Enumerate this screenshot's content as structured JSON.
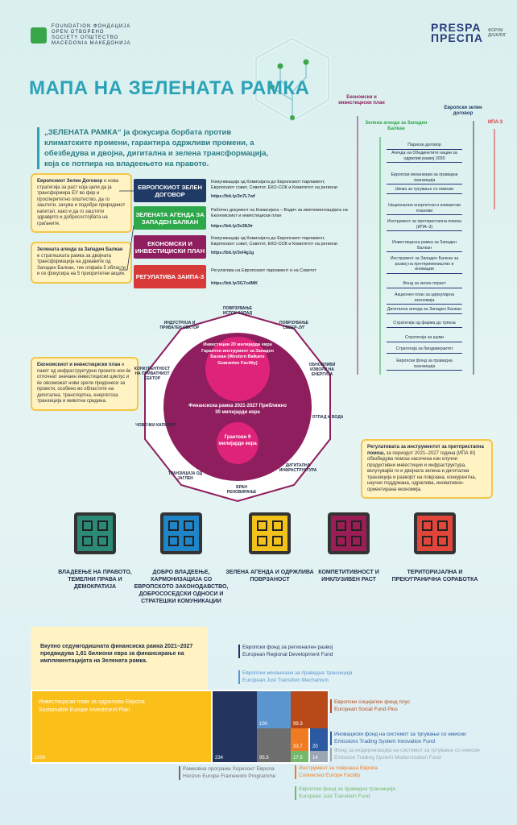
{
  "header": {
    "logo_left_lines": [
      "FOUNDATION ФОНДАЦИЈА",
      "OPEN ОТВОРЕНО",
      "SOCIETY ОПШТЕСТВО",
      "MACEDONIA МАКЕДОНИЈА"
    ],
    "logo_right_top": "PRESPA",
    "logo_right_bottom": "ПРЕСПА",
    "logo_right_sub": "ФОРУМ ДИЈАЛОГ",
    "title": "МАПА НА ЗЕЛЕНАТА РАМКА",
    "intro": "„ЗЕЛЕНАТА РАМКА“ ја фокусира борбата против климатските промени, гарантира одржливи промени, а обезбедува и двојна, дигитална и зелена трансформација, која се потпира на владеењето на правото."
  },
  "notes": {
    "green_deal": {
      "bold": "Европскиот Зелен Договор",
      "text": " е нова стратегија за раст која цели да ја трансформира ЕУ во фер и просперитетно општество, да го заштити, зачува и подобри природниот капитал, како и да го заштити здравјето и добросостојбата на граѓаните."
    },
    "green_agenda": {
      "bold": "Зелената агенда за Западен Балкан",
      "text": " е стратешката рамка за двојната трансформација на државите од Западен Балкан, тие опфаќа 5 области и се фокусира на 5 приоритетни акции."
    },
    "eip": {
      "bold": "Економскиот и инвестициски план",
      "text": " е пакет од инфраструктурни проекти кои ќе отпочнат значаен инвестициски циклус и ќе овозможат нови зрели придонеси за проекти, особено во областите на дигитална, транспортна, енергетска транзиција и животна средина."
    },
    "ipa": {
      "bold": "Регулативата за инструментот за претпристапна помош,",
      "text": " за периодот 2021–2027 година (ИПА III) обезбедува помош насочена кон клучни продуктивни инвестиции и инфраструктура, вклучувајќи ги и двојната зелена и дигитална транзиција и развојот на поврзана, конкурентна, научно поддржана, одржлива, иновативно-ориентирана економија."
    }
  },
  "programs": [
    {
      "label": "ЕВРОПСКИОТ ЗЕЛЕН ДОГОВОР",
      "color": "#1f3a64",
      "desc": "Комуникација од Комисијата до Европскиот парламент, Европскиот совет, Советот, ЕКО-СОК и Комитетот на региони",
      "link": "https://bit.ly/3n7L7wf"
    },
    {
      "label": "ЗЕЛЕНАТА АГЕНДА ЗА ЗАПАДЕН БАЛКАН",
      "color": "#2da84a",
      "desc": "Работен документ на Комисијата – Водич за имплементацијата на Економскиот и инвестициски план",
      "link": "https://bit.ly/3x38Jtr"
    },
    {
      "label": "ЕКОНОМСКИ И ИНВЕСТИЦИСКИ ПЛАН",
      "color": "#8e1e5e",
      "desc": "Комуникација од Комисијата до Европскиот парламент, Европскиот совет, Советот, ЕКО-СОК и Комитетот на региони",
      "link": "https://bit.ly/3vl4g1g"
    },
    {
      "label_pre": "РЕГУЛАТИВА ЗА ",
      "label_bold": "ИПА-3",
      "color": "#d83a3a",
      "desc": "Регулатива на Европскиот парламент и на Советот",
      "link": "https://bit.ly/3G7cdMK"
    }
  ],
  "timeline": {
    "head_eip": "Економски и инвестициски план",
    "head_ga": "Зелена агенда за Западен Балкан",
    "head_egd": "Европски зелен договор",
    "head_ipa": "ИПА-3",
    "items": [
      "Париски договор",
      "Агенда на Обединетите нации за одржлив развој 2030",
      "Европски механизам за праведна транзиција",
      "Шема за тргување со емисии",
      "Национални енергетски и климатски планови",
      "Инструмент за претпристапна помош (ИПА–3)",
      "Инвестициска рамка за Западен Балкан",
      "Инструмент за Западен Балкан за развој на претприемништво и иновации",
      "Фонд за зелен пораст",
      "Акционен план за циркуларна економија",
      "Дигитална агенда за Западен Балкан",
      "Стратегија од фарма до трпеза",
      "Стратегија за шуми",
      "Стратегија за биодиверзитет",
      "Европски фонд за праведна транзиција"
    ]
  },
  "circle": {
    "outer_labels": [
      "ПОВРЗУВАЊЕ ИСТОК-ЗАПАД",
      "ПОВРЗУВАЊЕ СЕВЕР-ЈУГ",
      "ОБНОВЛИВИ ИЗВОРИ НА ЕНЕРГИЈА",
      "ОТПАД И ВОДА",
      "ДИГИТАЛНА ИНФРАСТРУКТУРА",
      "БРАН РЕНОВИРАЊЕ",
      "ТРАНЗИЦИЈА ОД ЈАГЛЕН",
      "ЧОВЕЧКИ КАПИТАЛ",
      "КОНКУРЕНТНОСТ НА ПРИВАТНИОТ СЕКТОР",
      "ИНДУСТРИЈА И ПРИВАТЕН СЕКТОР"
    ],
    "investments": "Инвестиции 20 милијарди евра Гарантен инструмент за Западен Балкан (Western Balkans Guarantee Facility)",
    "framework": "Финансиска рамка 2021-2027 Приближно 30 милијарди евра",
    "grants": "Грантови 9 милијарди евра"
  },
  "pillars": [
    {
      "label": "ВЛАДЕЕЊЕ НА ПРАВОТО, ТЕМЕЛНИ ПРАВА И ДЕМОКРАТИЈА",
      "color": "#2a8a76"
    },
    {
      "label": "ДОБРО ВЛАДЕЕЊЕ, ХАРМОНИЗАЦИЈА СО ЕВРОПСКОТО ЗАКОНОДАВСТВО, ДОБРОСОСЕДСКИ ОДНОСИ И СТРАТЕШКИ КОМУНИКАЦИИ",
      "color": "#1e86c8"
    },
    {
      "label": "ЗЕЛЕНА АГЕНДА И ОДРЖЛИВА ПОВРЗАНОСТ",
      "color": "#f3c21a"
    },
    {
      "label": "КОМПЕТИТИВНОСТ И ИНКЛУЗИВЕН РАСТ",
      "color": "#9a1d55"
    },
    {
      "label": "ТЕРИТОРИЈАЛНА И ПРЕКУГРАНИЧНА СОРАБОТКА",
      "color": "#e2463a"
    }
  ],
  "budget_note": "Вкупно седумгодишната финансиска рамка 2021–2027 предвидува 1,61 билиони евра за финансирање на имплементацијата на Зелената рамка.",
  "treemap": {
    "sustainable": {
      "mk": "Инвестициски план за одржлива Европа",
      "en": "Sustainable Europe Investment Plan",
      "value": "1000",
      "color": "#fbbf1a"
    },
    "erdf": {
      "value": "234",
      "color": "#23355f"
    },
    "jtm": {
      "value": "100",
      "color": "#5b95cf"
    },
    "esf": {
      "value": "99.3",
      "color": "#b84a1a"
    },
    "horizon": {
      "value": "95.5",
      "color": "#6e6e6e"
    },
    "cef": {
      "value": "33.7",
      "color": "#f07b22"
    },
    "innovation": {
      "value": "20",
      "color": "#2b5aa3"
    },
    "jtf": {
      "value": "17.5",
      "color": "#73b86b"
    },
    "modern": {
      "value": "14",
      "color": "#9ba7b2"
    }
  },
  "funds": [
    {
      "mk": "Европски фонд за регионален развој",
      "en": "European Regional Development Fund",
      "color": "#23355f"
    },
    {
      "mk": "Европски механизам за праведна транзиција",
      "en": "European Just Transition Mechanism",
      "color": "#5b95cf"
    },
    {
      "mk": "Европски социјален фонд плус",
      "en": "European Social Fund Plus",
      "color": "#b84a1a"
    },
    {
      "mk": "Иновациски фонд на системот за тргување со емисии",
      "en": "Emissions Trading System Innovation Fund",
      "color": "#2b5aa3"
    },
    {
      "mk": "Фонд за модернизација на системот за тргување со емисии",
      "en": "Emission Trading System Modernization Fund",
      "color": "#9ba7b2"
    },
    {
      "mk": "Инструмент за поврзана Европа",
      "en": "Connected Europe Facility",
      "color": "#f07b22"
    },
    {
      "mk": "Европски фонд за праведна транзиција",
      "en": "European Just Transition Fund",
      "color": "#73b86b"
    },
    {
      "mk": "Рамковна програма Хоризонт Европа",
      "en": "Horizon Europe Framework Programme",
      "color": "#6e6e6e"
    }
  ]
}
